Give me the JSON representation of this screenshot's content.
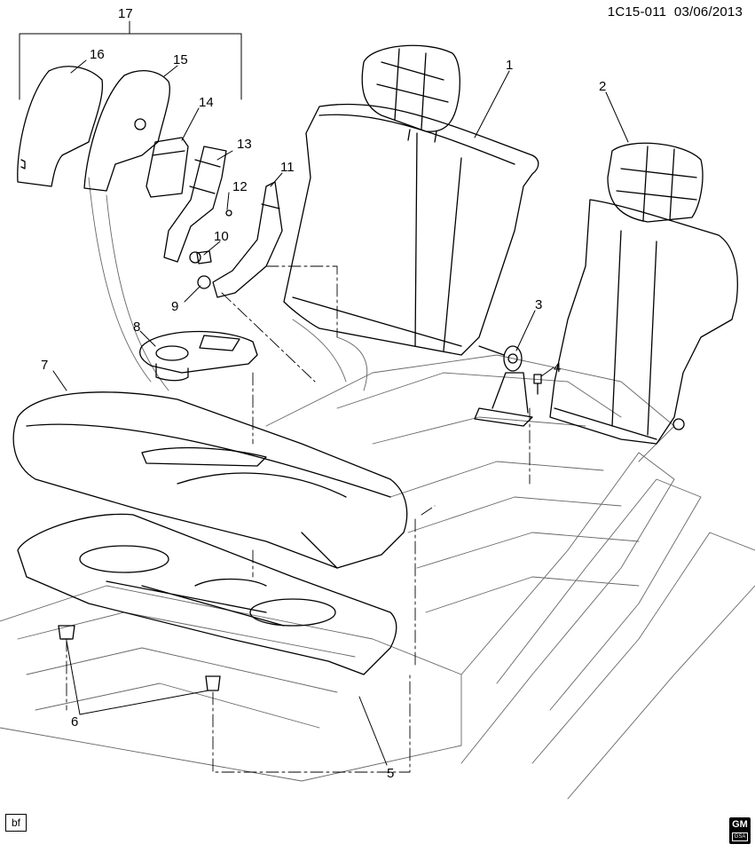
{
  "header": {
    "code": "1C15-011",
    "date": "03/06/2013"
  },
  "footer": {
    "stamp": "bf",
    "logo_text": "GM",
    "logo_sub": "GSA"
  },
  "callouts": {
    "c1": "1",
    "c2": "2",
    "c3": "3",
    "c4": "4",
    "c5": "5",
    "c6": "6",
    "c7": "7",
    "c8": "8",
    "c9": "9",
    "c10": "10",
    "c11": "11",
    "c12": "12",
    "c13": "13",
    "c14": "14",
    "c15": "15",
    "c16": "16",
    "c17": "17"
  }
}
